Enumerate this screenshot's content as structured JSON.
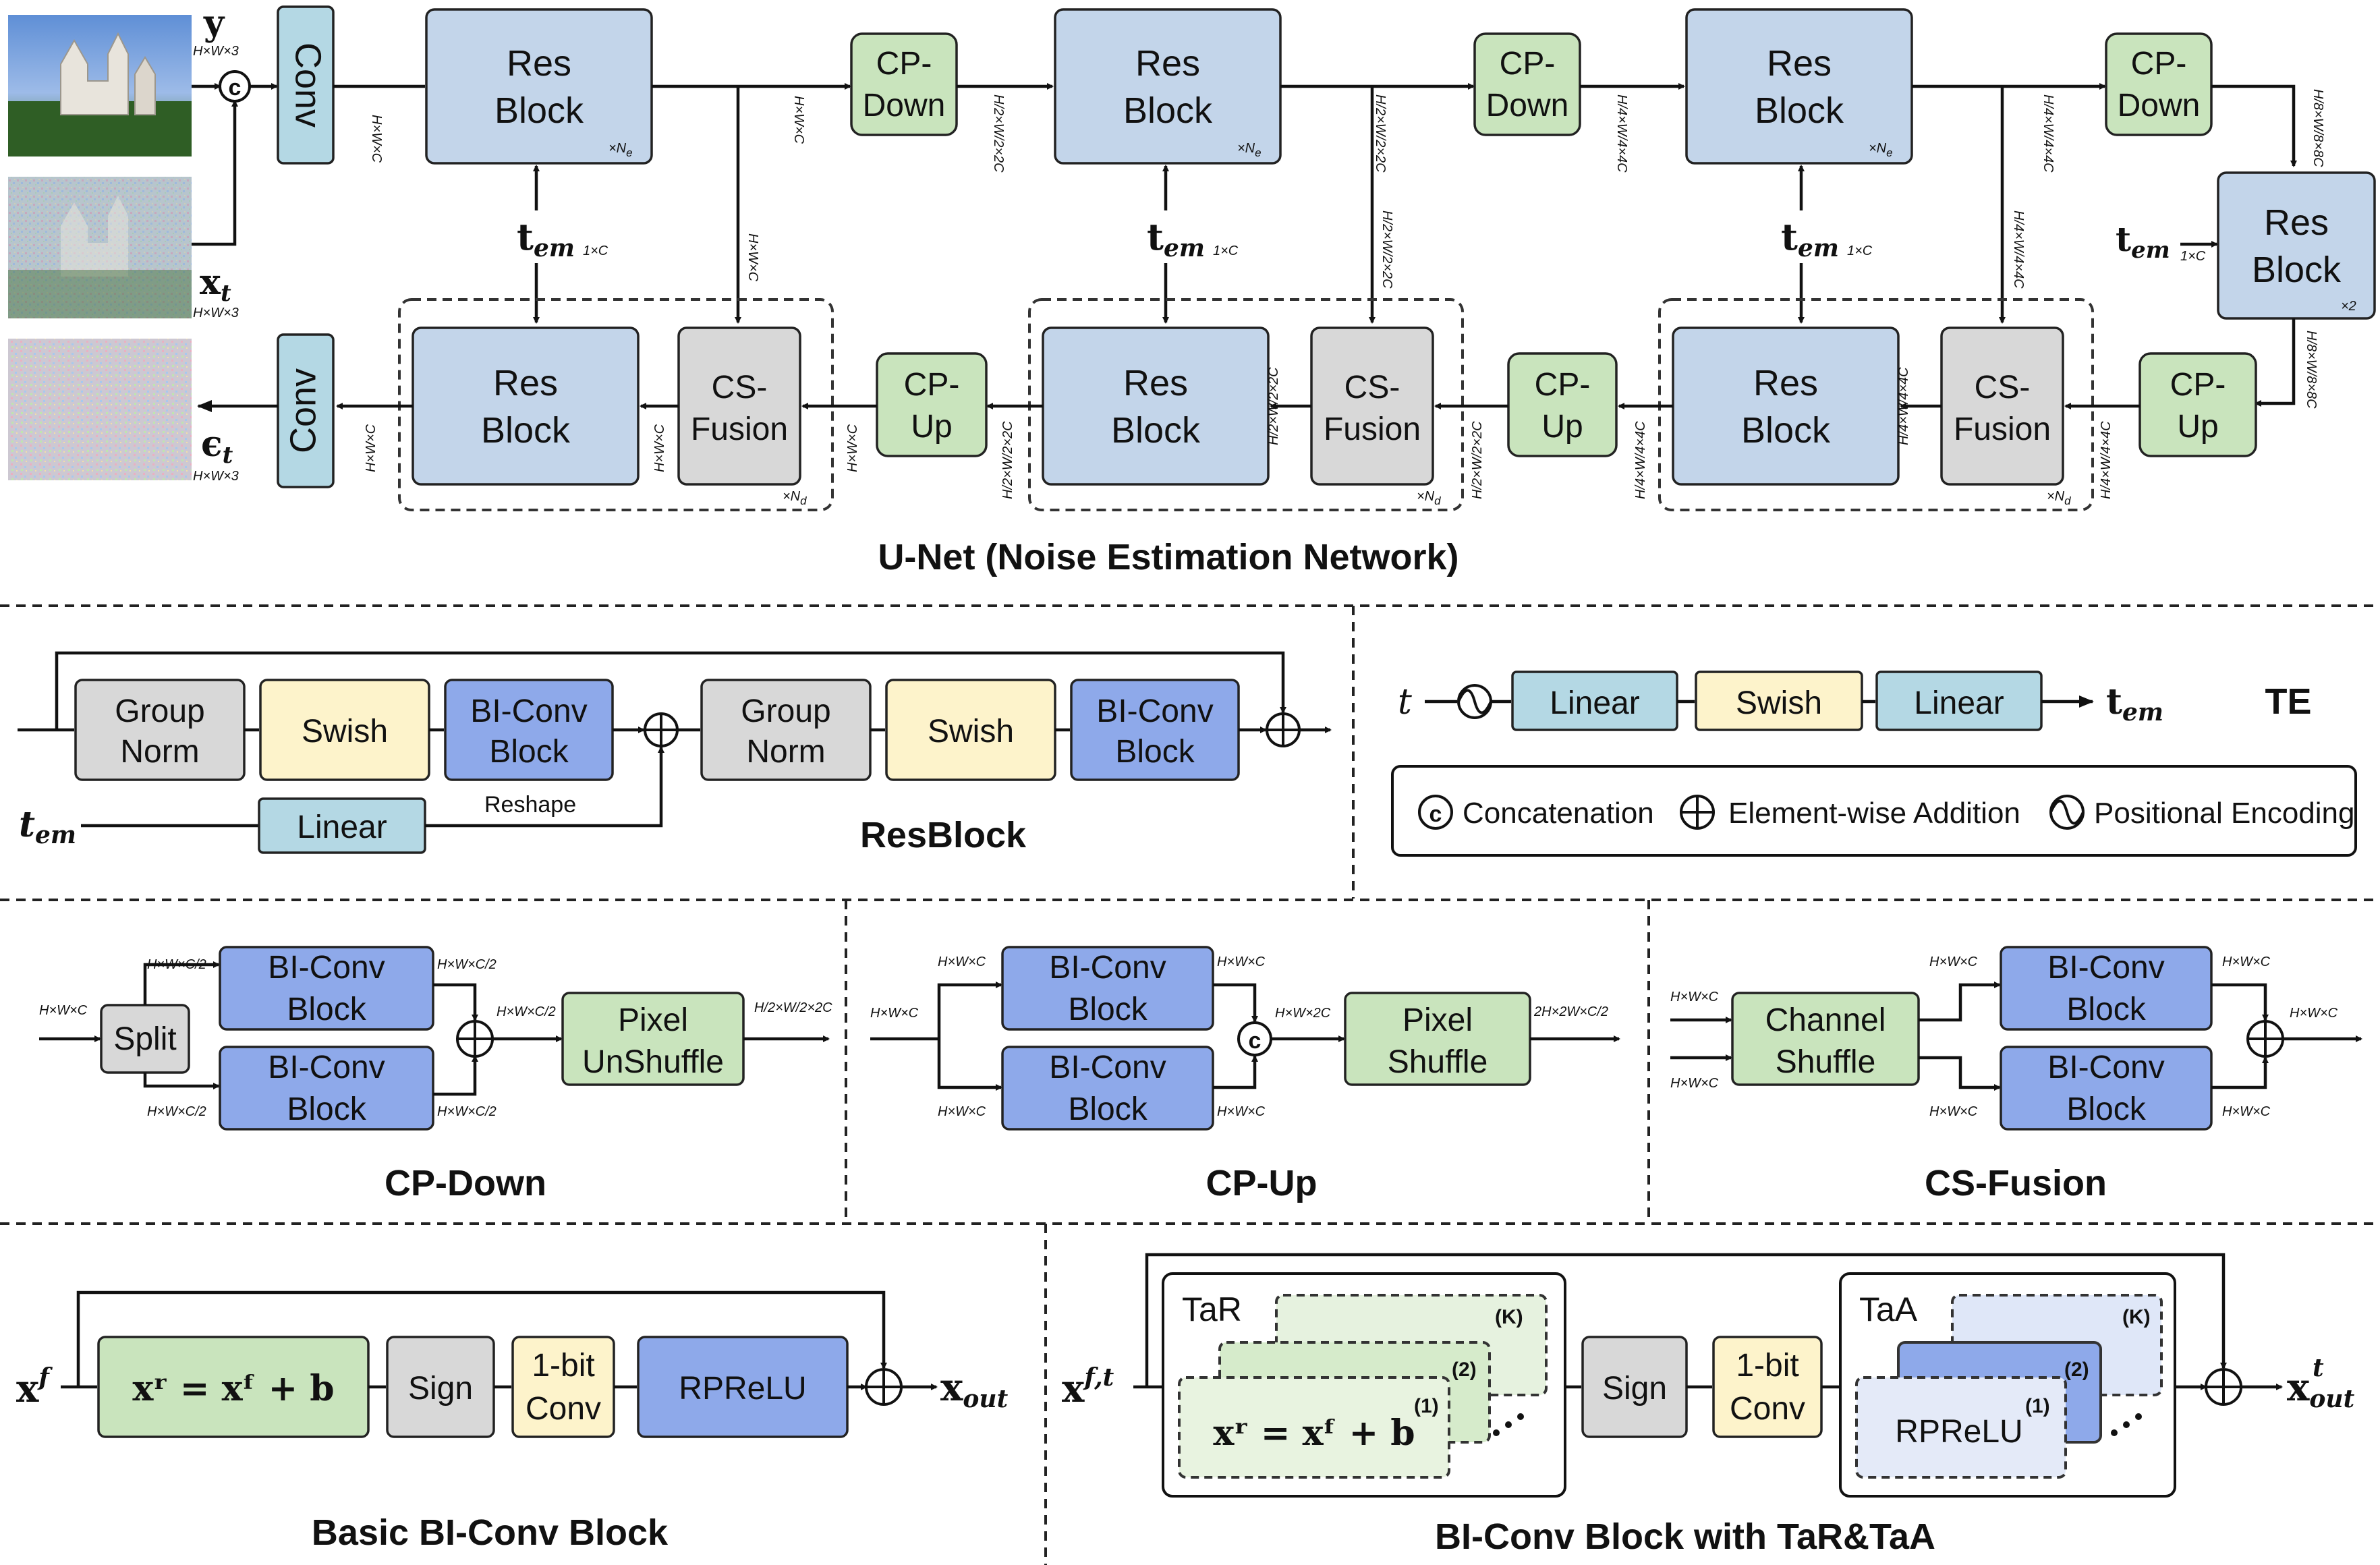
{
  "figure": {
    "unet_title": "U-Net (Noise Estimation Network)",
    "resblock_title": "ResBlock",
    "te_title": "TE",
    "cpdown_title": "CP-Down",
    "cpup_title": "CP-Up",
    "csfusion_title": "CS-Fusion",
    "basic_title": "Basic BI-Conv Block",
    "tartaa_title": "BI-Conv Block with TaR&TaA"
  },
  "labels": {
    "conv": "Conv",
    "res": "Res",
    "block": "Block",
    "cp": "CP-",
    "down": "Down",
    "up": "Up",
    "cs": "CS-",
    "fusion": "Fusion",
    "group": "Group",
    "norm": "Norm",
    "swish": "Swish",
    "biconv": "BI-Conv",
    "linear": "Linear",
    "reshape": "Reshape",
    "split": "Split",
    "pixel": "Pixel",
    "unshuffle": "UnShuffle",
    "shuffle": "Shuffle",
    "channel": "Channel",
    "shuffle2": "Shuffle",
    "sign": "Sign",
    "onebit": "1-bit",
    "conv2": "Conv",
    "rprelu": "RPReLU",
    "tar": "TaR",
    "taa": "TaA",
    "concat_legend": "Concatenation",
    "add_legend": "Element-wise Addition",
    "pe_legend": "Positional Encoding",
    "k": "(K)",
    "two": "(2)",
    "one": "(1)",
    "ne": "×N",
    "ne_sub": "e",
    "nd_sub": "d",
    "x2": "×2"
  },
  "math": {
    "y": "y",
    "xt": "x",
    "xt_sub": "t",
    "eps": "ϵ",
    "eps_sub": "t",
    "tem": "t",
    "tem_sub": "em",
    "t": "t",
    "xf": "x",
    "xf_sup": "f",
    "xft_sup": "f,t",
    "xout": "x",
    "xout_sub": "out",
    "xout_sup": "t",
    "formula": "xʳ = xᶠ + b"
  },
  "dims": {
    "hw3": "H×W×3",
    "hwc": "H×W×C",
    "hw2c": "H×W×2C",
    "one_c": "1×C",
    "h2w2_2c": "H/2×W/2×2C",
    "h4w4_4c": "H/4×W/4×4C",
    "h8w8_8c": "H/8×W/8×8C",
    "hwc_half": "H×W×C/2",
    "h2w2_2c_b": "H/2×W/2×2C",
    "twoh2w_c2": "2H×2W×C/2"
  },
  "colors": {
    "res_block": "#c3d5ea",
    "cp_block": "#c9e4bd",
    "conv_block": "#b4d8e4",
    "norm_block": "#d8d8d8",
    "swish_block": "#fdf3cb",
    "biconv_block": "#8ea9ea"
  }
}
